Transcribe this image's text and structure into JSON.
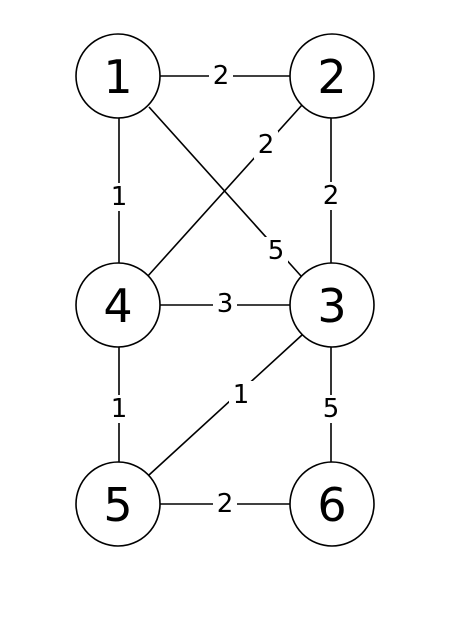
{
  "graph": {
    "nodes": [
      {
        "id": "n1",
        "label": "1"
      },
      {
        "id": "n2",
        "label": "2"
      },
      {
        "id": "n3",
        "label": "3"
      },
      {
        "id": "n4",
        "label": "4"
      },
      {
        "id": "n5",
        "label": "5"
      },
      {
        "id": "n6",
        "label": "6"
      }
    ],
    "edges": [
      {
        "from": "n1",
        "to": "n2",
        "weight": "2"
      },
      {
        "from": "n1",
        "to": "n4",
        "weight": "1"
      },
      {
        "from": "n1",
        "to": "n3",
        "weight": "5"
      },
      {
        "from": "n2",
        "to": "n4",
        "weight": "2"
      },
      {
        "from": "n2",
        "to": "n3",
        "weight": "2"
      },
      {
        "from": "n4",
        "to": "n3",
        "weight": "3"
      },
      {
        "from": "n4",
        "to": "n5",
        "weight": "1"
      },
      {
        "from": "n3",
        "to": "n5",
        "weight": "1"
      },
      {
        "from": "n3",
        "to": "n6",
        "weight": "5"
      },
      {
        "from": "n5",
        "to": "n6",
        "weight": "2"
      }
    ]
  },
  "colors": {
    "stroke": "#000000",
    "background": "#ffffff"
  }
}
